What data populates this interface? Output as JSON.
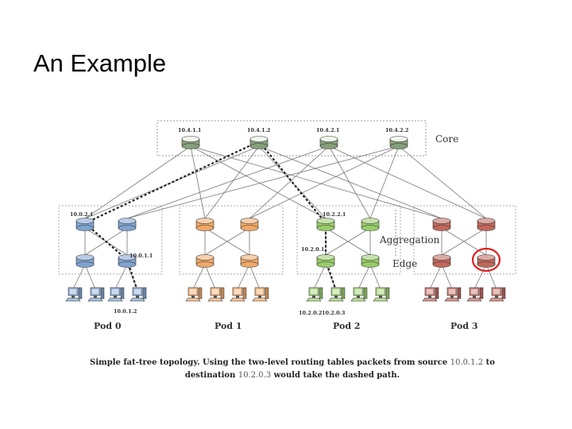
{
  "slide": {
    "title": "An Example"
  },
  "diagram": {
    "labels": {
      "core": "Core",
      "aggregation": "Aggregation",
      "edge": "Edge"
    },
    "core_switches": [
      {
        "address": "10.4.1.1"
      },
      {
        "address": "10.4.1.2"
      },
      {
        "address": "10.4.2.1"
      },
      {
        "address": "10.4.2.2"
      }
    ],
    "pods": [
      {
        "name": "Pod 0",
        "color": "#7fa3cf",
        "agg_address": "10.0.2.1",
        "edge_address": "10.0.1.1",
        "host_address": "10.0.1.2"
      },
      {
        "name": "Pod 1",
        "color": "#f0a868"
      },
      {
        "name": "Pod 2",
        "color": "#98cc6a",
        "agg_address": "10.2.2.1",
        "edge_address": "10.2.0.1",
        "host_address": "10.2.0.2",
        "host_address_2": "10.2.0.3"
      },
      {
        "name": "Pod 3",
        "color": "#c0685c"
      }
    ],
    "highlight_color": "#e02020",
    "caption": {
      "part1": "Simple fat-tree topology.  Using the two-level routing tables packets from source",
      "src": "10.0.1.2",
      "part2": "to destination",
      "dst": "10.2.0.3",
      "part3": "would take the dashed path."
    }
  }
}
